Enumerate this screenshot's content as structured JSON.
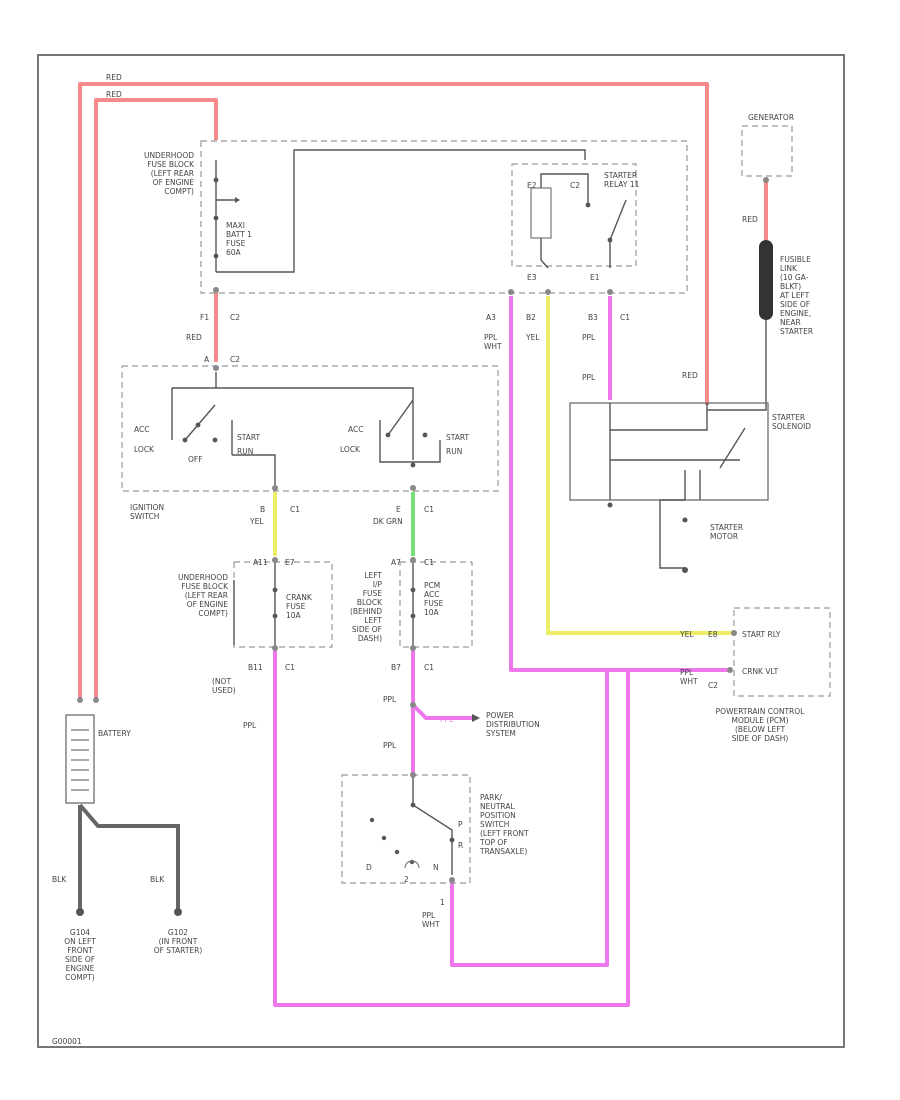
{
  "colors": {
    "red": "#f58a8a",
    "pink": "#ee77ee",
    "yellow": "#eeee66",
    "green": "#77dd77",
    "black": "#666666"
  },
  "wires": {
    "red_a": "RED",
    "red_b": "RED",
    "red_c": "RED",
    "red_gen": "RED",
    "red_sol": "RED",
    "blk_a": "BLK",
    "blk_b": "BLK",
    "ppl_a": "PPL",
    "ppl_b": "PPL",
    "ppl_c": "PPL",
    "ppl_d": "PPL",
    "ppl_e": "PPL",
    "ppl_wht_a": "PPL\nWHT",
    "ppl_wht_b": "PPL\nWHT",
    "ppl_wht_c": "PPL\nWHT",
    "yel_a": "YEL",
    "yel_b": "YEL",
    "yel_c": "YEL",
    "dk_grn": "DK GRN"
  },
  "connectors": {
    "f1": "F1",
    "c2": "C2",
    "c2b": "C2",
    "a": "A",
    "b": "B",
    "c1a": "C1",
    "e": "E",
    "c1b": "C1",
    "e3": "E3",
    "c2c": "C2",
    "e1": "E1",
    "e2": "E2",
    "a3": "A3",
    "b2": "B2",
    "b3": "B3",
    "c1c": "C1",
    "a11": "A11",
    "b11": "B11",
    "c1d": "C1",
    "e7": "E7",
    "a7": "A7",
    "c1e": "C1",
    "b7": "B7",
    "c1f": "C1",
    "e8": "E8",
    "c2d": "C2",
    "pos_1": "1"
  },
  "labels": {
    "fuse_block_top": "UNDERHOOD\nFUSE BLOCK\n(LEFT REAR\nOF ENGINE\nCOMPT)",
    "maxi_fuse": "MAXI\nBATT 1\nFUSE\n60A",
    "starter_relay": "STARTER\nRELAY 11",
    "generator": "GENERATOR",
    "fusible_link": "FUSIBLE\nLINK\n(10 GA-\nBLKT)\nAT LEFT\nSIDE OF\nENGINE,\nNEAR\nSTARTER",
    "starter_solenoid": "STARTER\nSOLENOID",
    "starter_motor": "STARTER\nMOTOR",
    "sw_acc_l": "ACC",
    "sw_lock_l": "LOCK",
    "sw_off_l": "OFF",
    "sw_start_l": "START",
    "sw_run_l": "RUN",
    "sw_acc_r": "ACC",
    "sw_lock_r": "LOCK",
    "sw_start_r": "START",
    "sw_run_r": "RUN",
    "ignition_switch": "IGNITION\nSWITCH",
    "fuse_block_mid": "UNDERHOOD\nFUSE BLOCK\n(LEFT REAR\nOF ENGINE\nCOMPT)",
    "crank_fuse": "CRANK\nFUSE\n10A",
    "lip_fuse_block": "LEFT\nI/P\nFUSE\nBLOCK\n(BEHIND\nLEFT\nSIDE OF\nDASH)",
    "pcm_acc_fuse": "PCM\nACC\nFUSE\n10A",
    "not_used": "(NOT\nUSED)",
    "start_rly": "START RLY",
    "crnk_vlt": "CRNK VLT",
    "pcm": "POWERTRAIN CONTROL\nMODULE (PCM)\n(BELOW LEFT\nSIDE OF DASH)",
    "battery": "BATTERY",
    "power_dist": "POWER\nDISTRIBUTION\nSYSTEM",
    "pns": "PARK/\nNEUTRAL\nPOSITION\nSWITCH\n(LEFT FRONT\nTOP OF\nTRANSAXLE)",
    "pns_p": "P",
    "pns_r": "R",
    "pns_d": "D",
    "pns_2": "2",
    "pns_n": "N",
    "g104": "G104\nON LEFT\nFRONT\nSIDE OF\nENGINE\nCOMPT)",
    "g102": "G102\n(IN FRONT\nOF STARTER)",
    "footer": "G00001"
  }
}
